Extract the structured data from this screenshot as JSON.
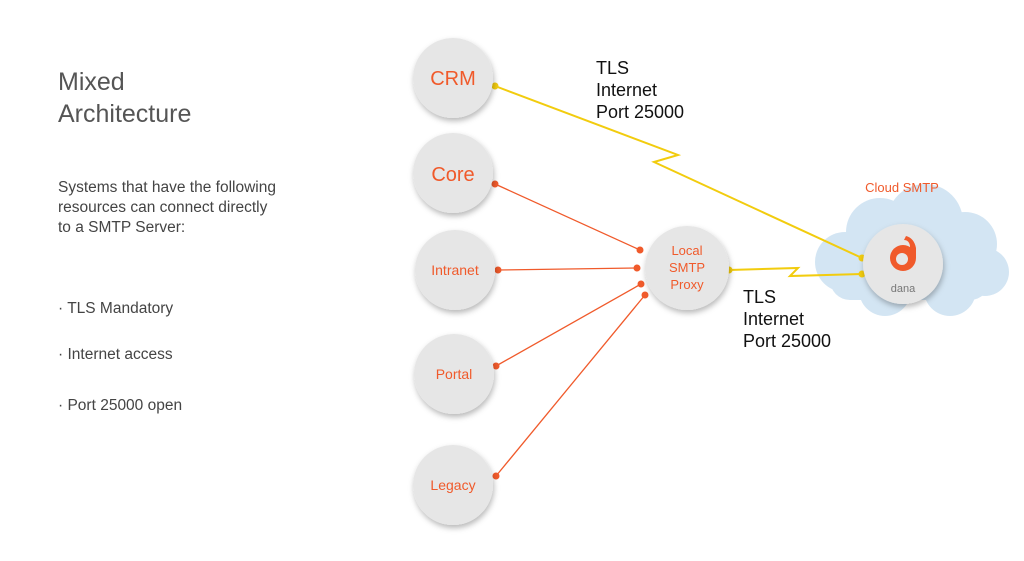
{
  "title": "Mixed\nArchitecture",
  "description": "Systems that have the following resources can connect directly to a SMTP Server:",
  "bullets": [
    "· TLS Mandatory",
    "· Internet access",
    "· Port 25000 open"
  ],
  "nodes": {
    "crm": "CRM",
    "core": "Core",
    "intranet": "Intranet",
    "portal": "Portal",
    "legacy": "Legacy",
    "proxy": [
      "Local",
      "SMTP",
      "Proxy"
    ]
  },
  "cloud_label": "Cloud SMTP",
  "logo_text": "dana",
  "tls_top": "TLS\nInternet\nPort 25000",
  "tls_bottom": "TLS\nInternet\nPort 25000",
  "colors": {
    "accent": "#f05a2b",
    "tls_line": "#f2cc0e",
    "node_fill": "#e6e6e6",
    "cloud": "#cfe3f2",
    "text_dark": "#444444"
  }
}
